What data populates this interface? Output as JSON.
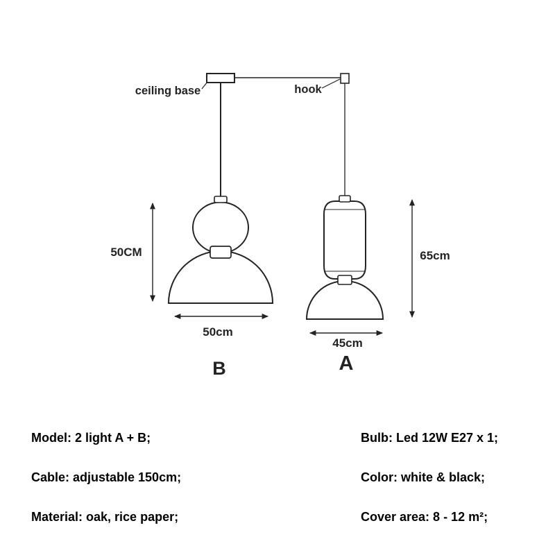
{
  "colors": {
    "line": "#232323",
    "background": "#ffffff",
    "text": "#000000"
  },
  "diagram": {
    "annotations": {
      "ceiling_base": "ceiling base",
      "hook": "hook"
    },
    "lamp_b": {
      "letter": "B",
      "height_label": "50CM",
      "width_label": "50cm"
    },
    "lamp_a": {
      "letter": "A",
      "height_label": "65cm",
      "width_label": "45cm"
    }
  },
  "specs": {
    "left": [
      "Model: 2 light A + B;",
      "Cable: adjustable 150cm;",
      "Material: oak, rice paper;"
    ],
    "right": [
      "Bulb: Led 12W E27 x 1;",
      "Color: white & black;",
      "Cover area: 8 - 12 m²;"
    ]
  }
}
